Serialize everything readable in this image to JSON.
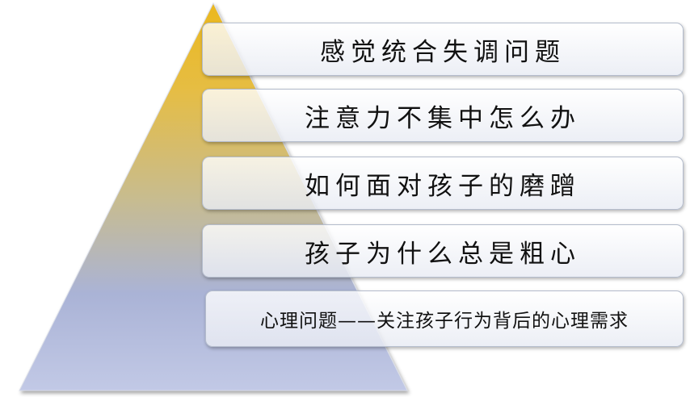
{
  "levels": [
    {
      "label": "感觉统合失调问题"
    },
    {
      "label": "注意力不集中怎么办"
    },
    {
      "label": "如何面对孩子的磨蹭"
    },
    {
      "label": "孩子为什么总是粗心"
    },
    {
      "label": "心理问题——关注孩子行为背后的心理需求"
    }
  ],
  "colors": {
    "pyramid_top": "#ebb81e",
    "pyramid_mid": "#c4b98a",
    "pyramid_bottom": "#a9b3dc",
    "box_border": "#b4bccc",
    "text": "#111111"
  }
}
